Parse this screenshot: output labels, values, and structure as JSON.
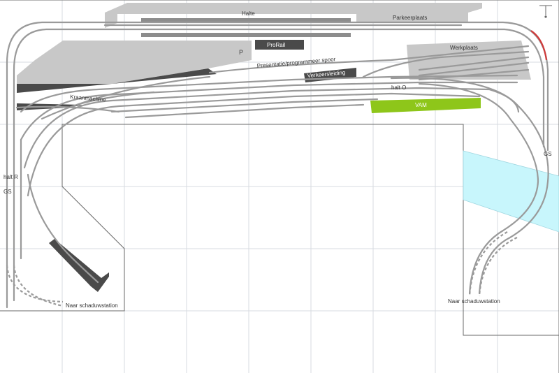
{
  "labels": {
    "halte": "Halte",
    "parkeerplaats": "Parkeerplaats",
    "prorail": "ProRail",
    "p": "P",
    "werkplaats": "Werkplaats",
    "presentatie": "Presentatie/programmeer spoor",
    "verkeersleiding": "Verkeersleiding",
    "kraanmachine": "Kraanmachine",
    "vam": "VAM",
    "naar_schaduwstation_left": "Naar schaduwstation",
    "naar_schaduwstation_right": "Naar schaduwstation",
    "halt_o": "halt O",
    "halt_r": "halt R",
    "gs_left": "GS",
    "gs_right": "GS"
  },
  "colors": {
    "platform_gray": "#c8c8c8",
    "dark_platform": "#4a4a4a",
    "vam_green": "#8ec61a",
    "water": "#c8f6fc",
    "grid": "#d7dbe0",
    "track": "#9a9a9a"
  }
}
